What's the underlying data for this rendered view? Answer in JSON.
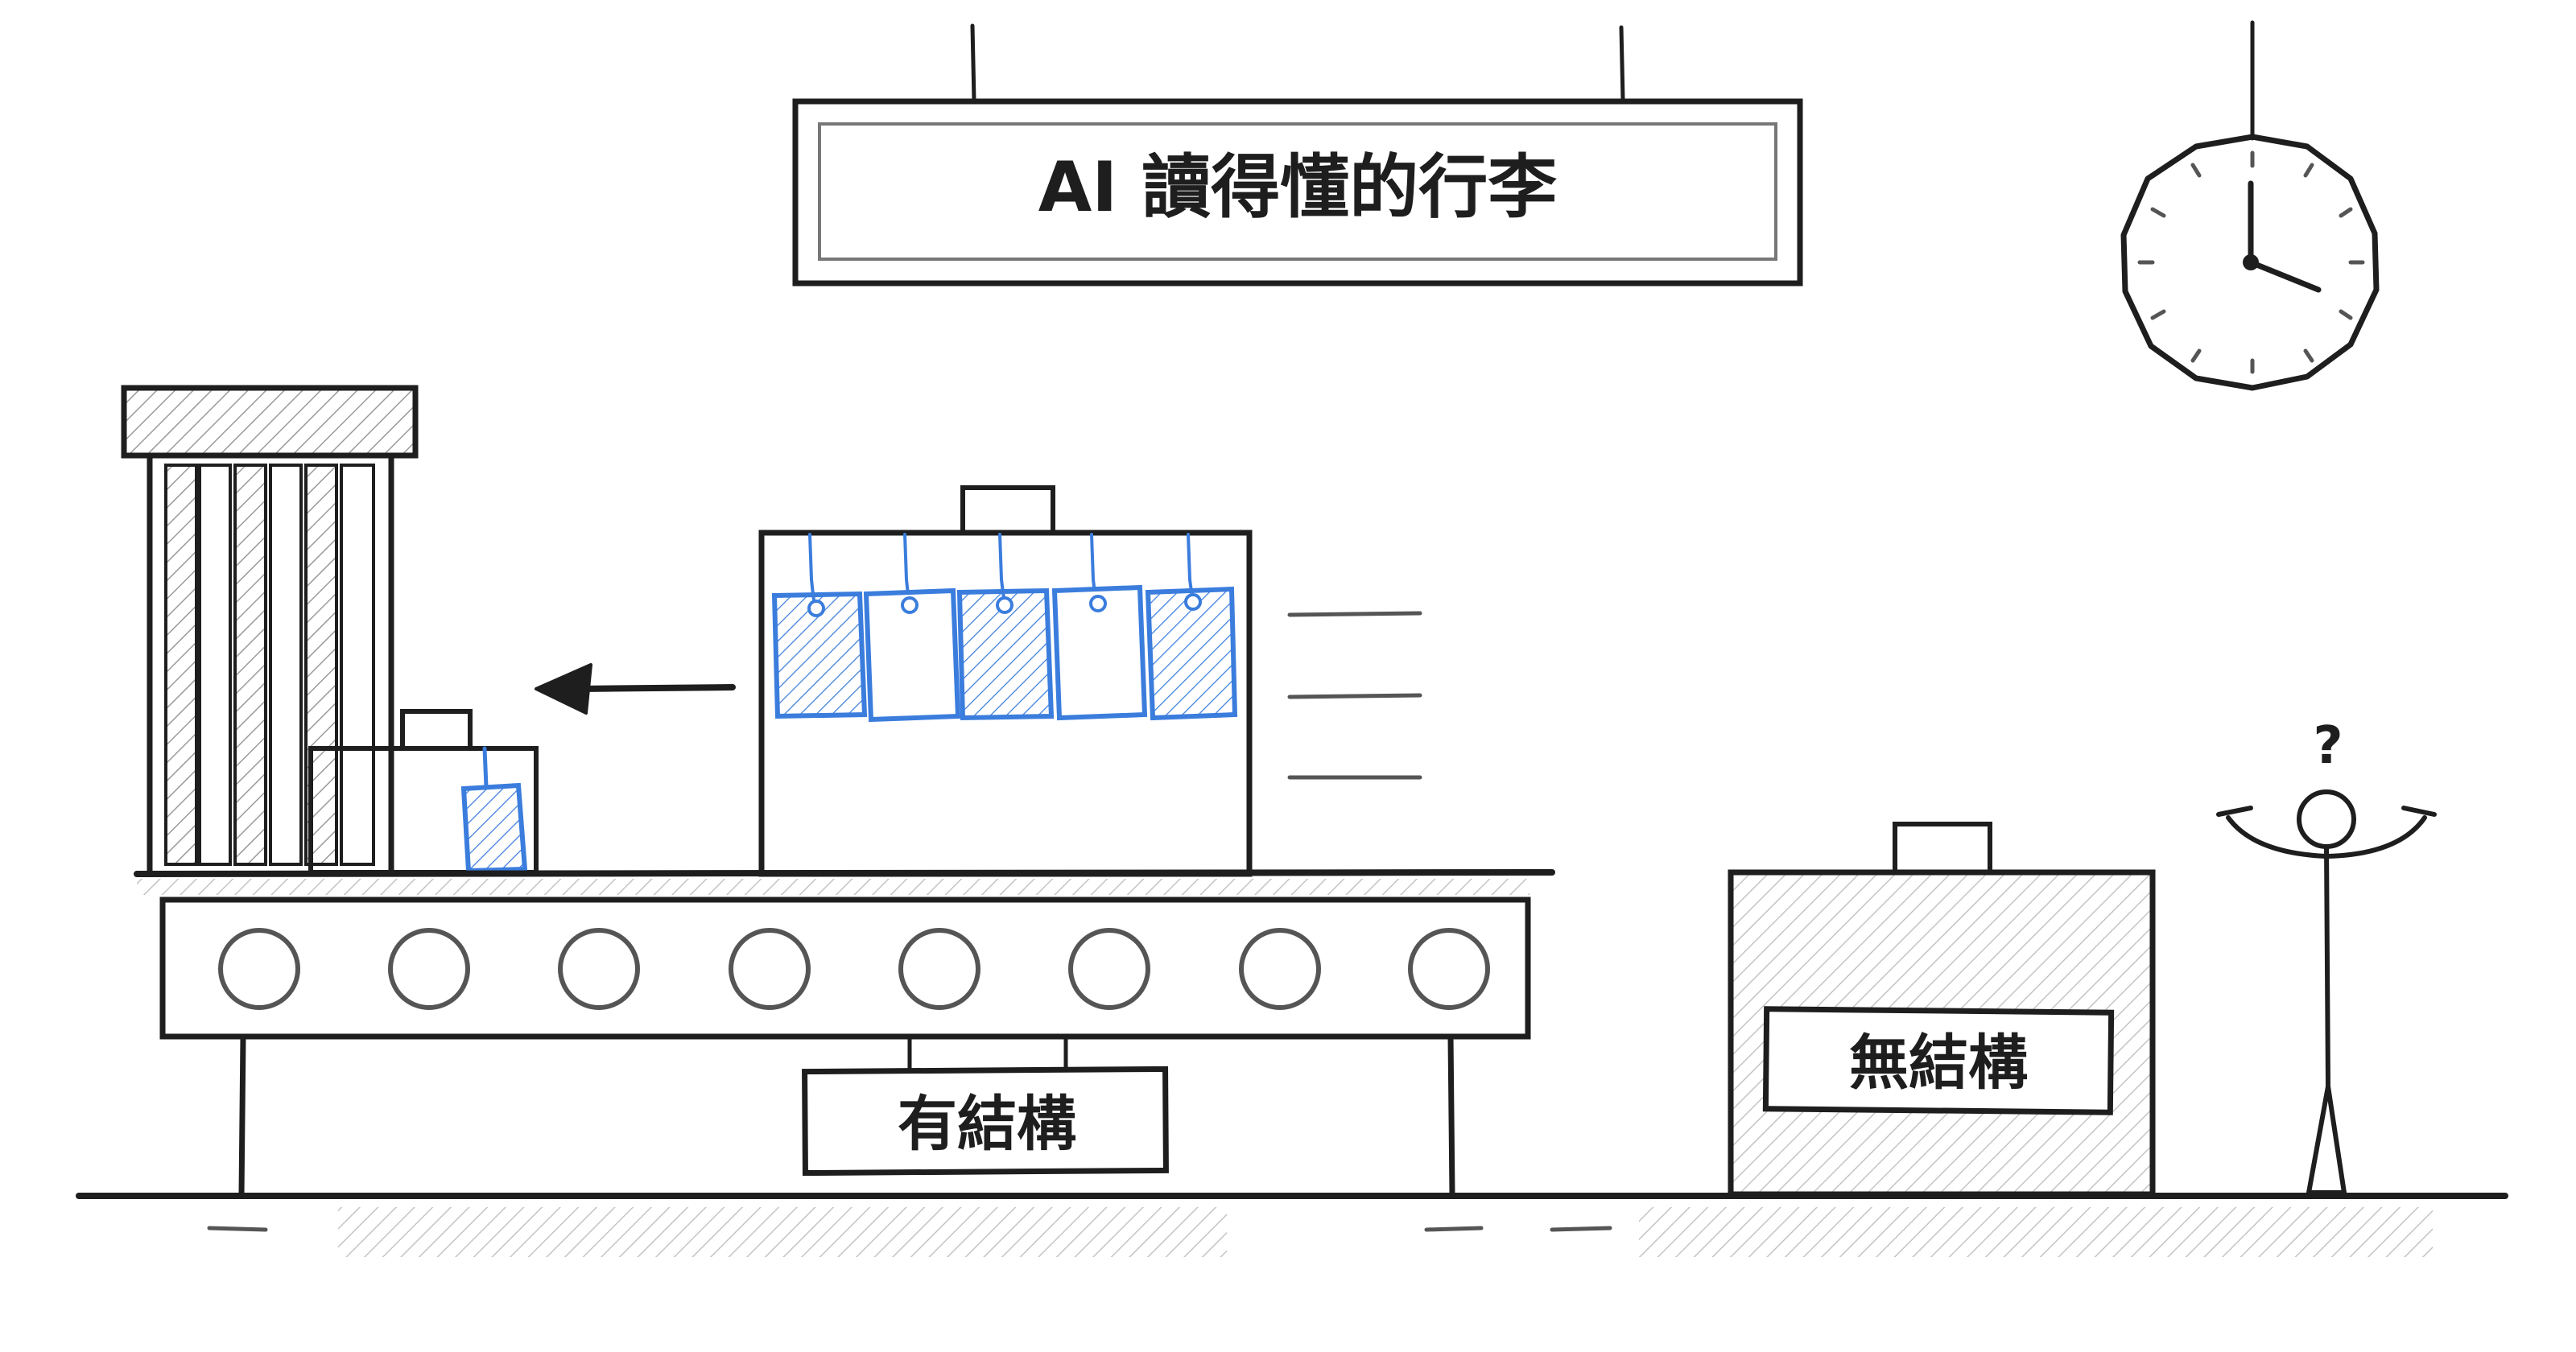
{
  "sign": {
    "title": "AI 讀得懂的行李"
  },
  "labels": {
    "structured": "有結構",
    "unstructured": "無結構",
    "question": "?"
  },
  "colors": {
    "ink": "#1e1e1e",
    "tag_blue": "#3b7ddd",
    "hatch_grey": "#9a9a9a"
  },
  "icons": [
    "hanging-sign-icon",
    "clock-icon",
    "scanner-gate-icon",
    "conveyor-belt-icon",
    "suitcase-icon",
    "luggage-tag-icon",
    "arrow-left-icon",
    "motion-lines-icon",
    "stick-figure-icon"
  ]
}
